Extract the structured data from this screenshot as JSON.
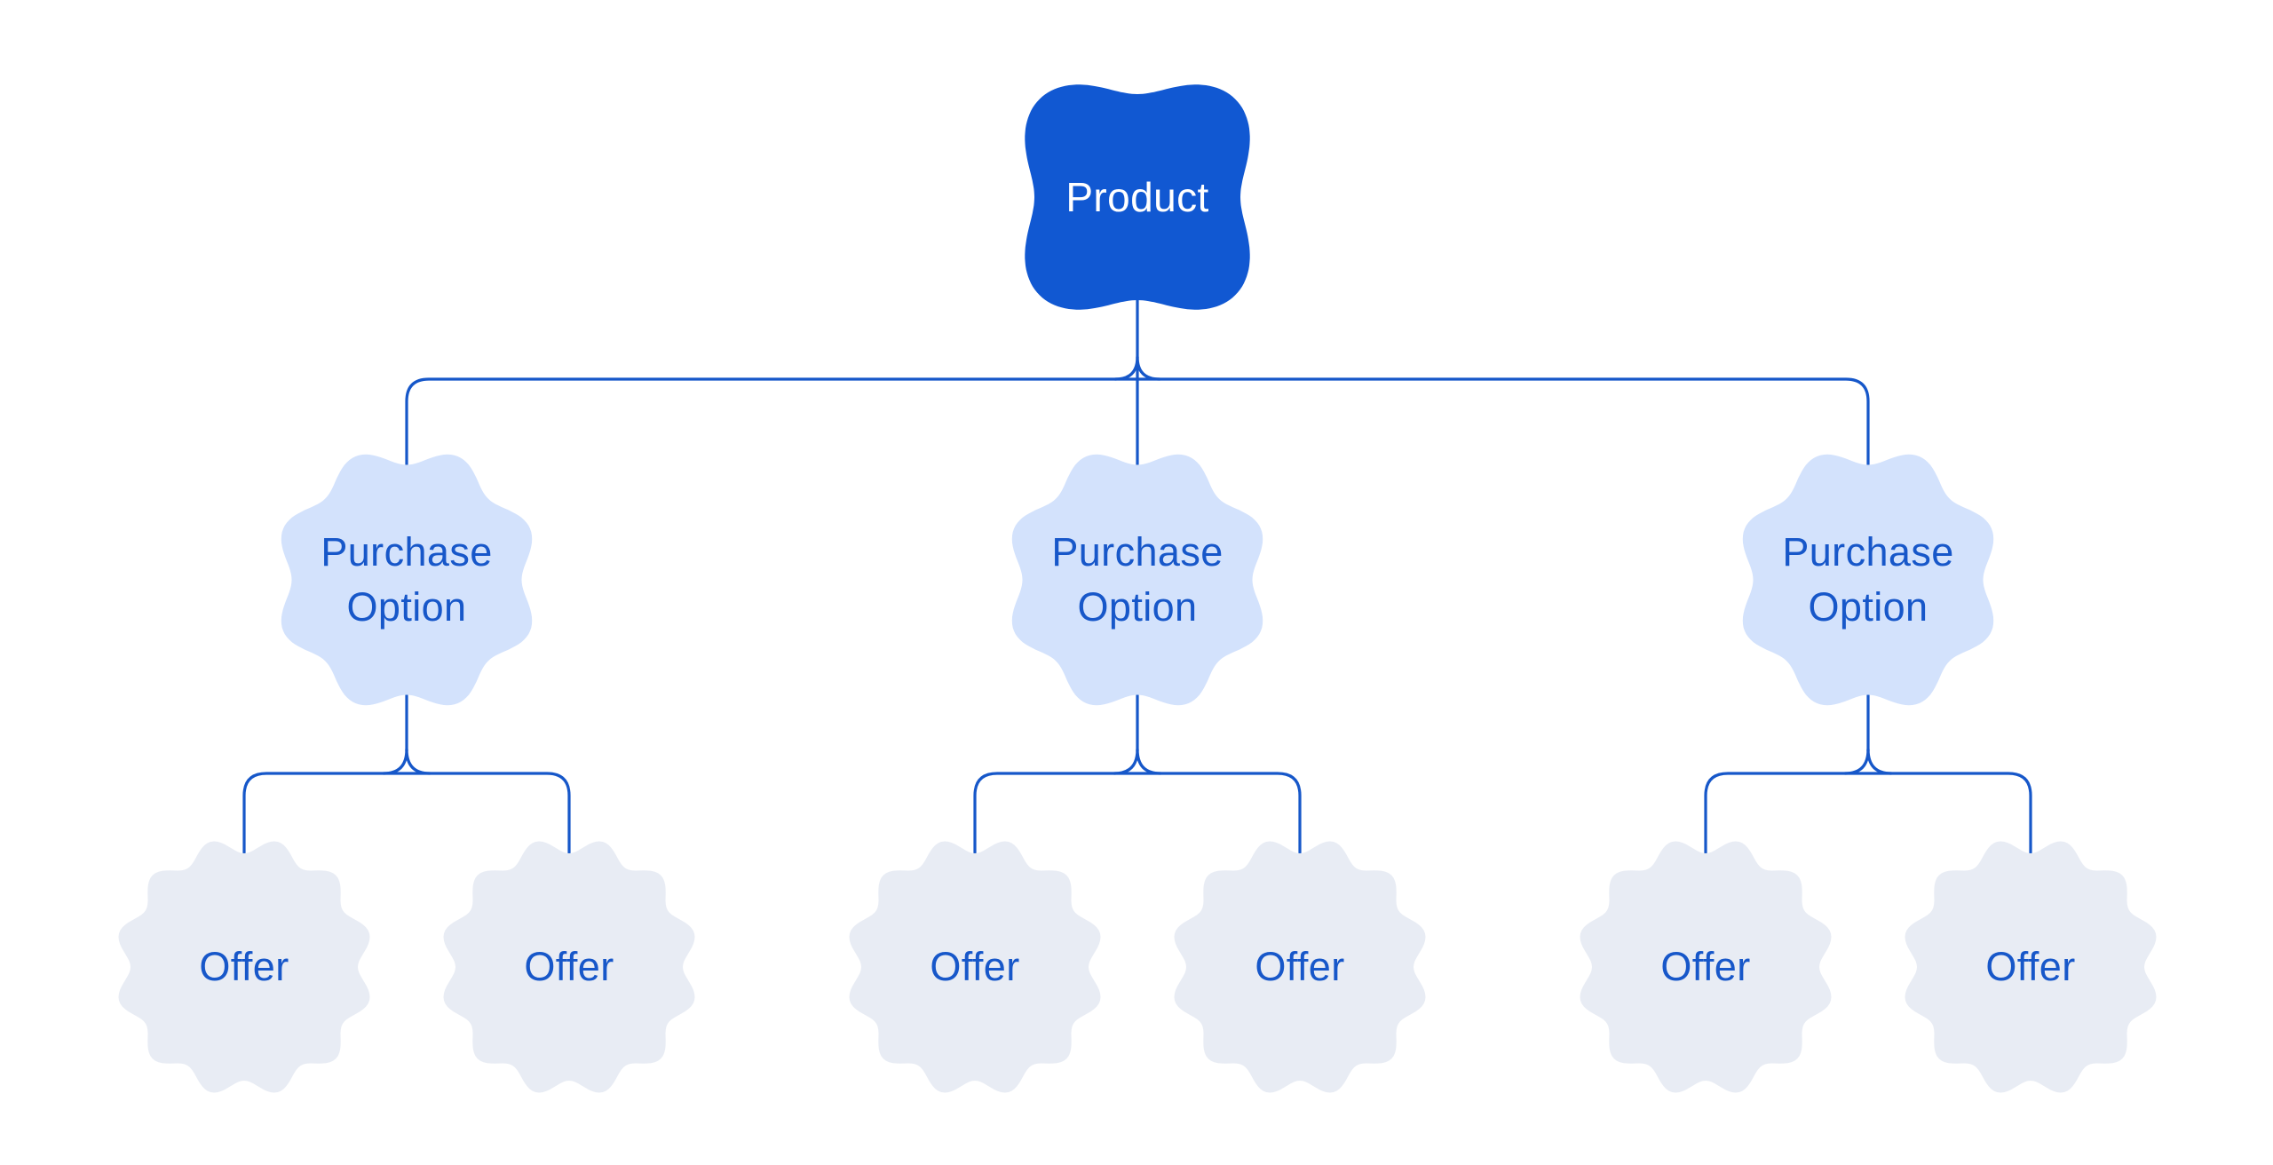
{
  "canvas": {
    "background": "#ffffff"
  },
  "palette": {
    "product_fill": "#1158d2",
    "product_text": "#ffffff",
    "purchase_fill": "#d3e2fc",
    "offer_fill": "#e8ecf4",
    "node_text": "#1757c9",
    "connector": "#1657c9"
  },
  "tree": {
    "label": "Product",
    "children": [
      {
        "label": "Purchase Option",
        "children": [
          {
            "label": "Offer"
          },
          {
            "label": "Offer"
          }
        ]
      },
      {
        "label": "Purchase Option",
        "children": [
          {
            "label": "Offer"
          },
          {
            "label": "Offer"
          }
        ]
      },
      {
        "label": "Purchase Option",
        "children": [
          {
            "label": "Offer"
          },
          {
            "label": "Offer"
          }
        ]
      }
    ]
  }
}
